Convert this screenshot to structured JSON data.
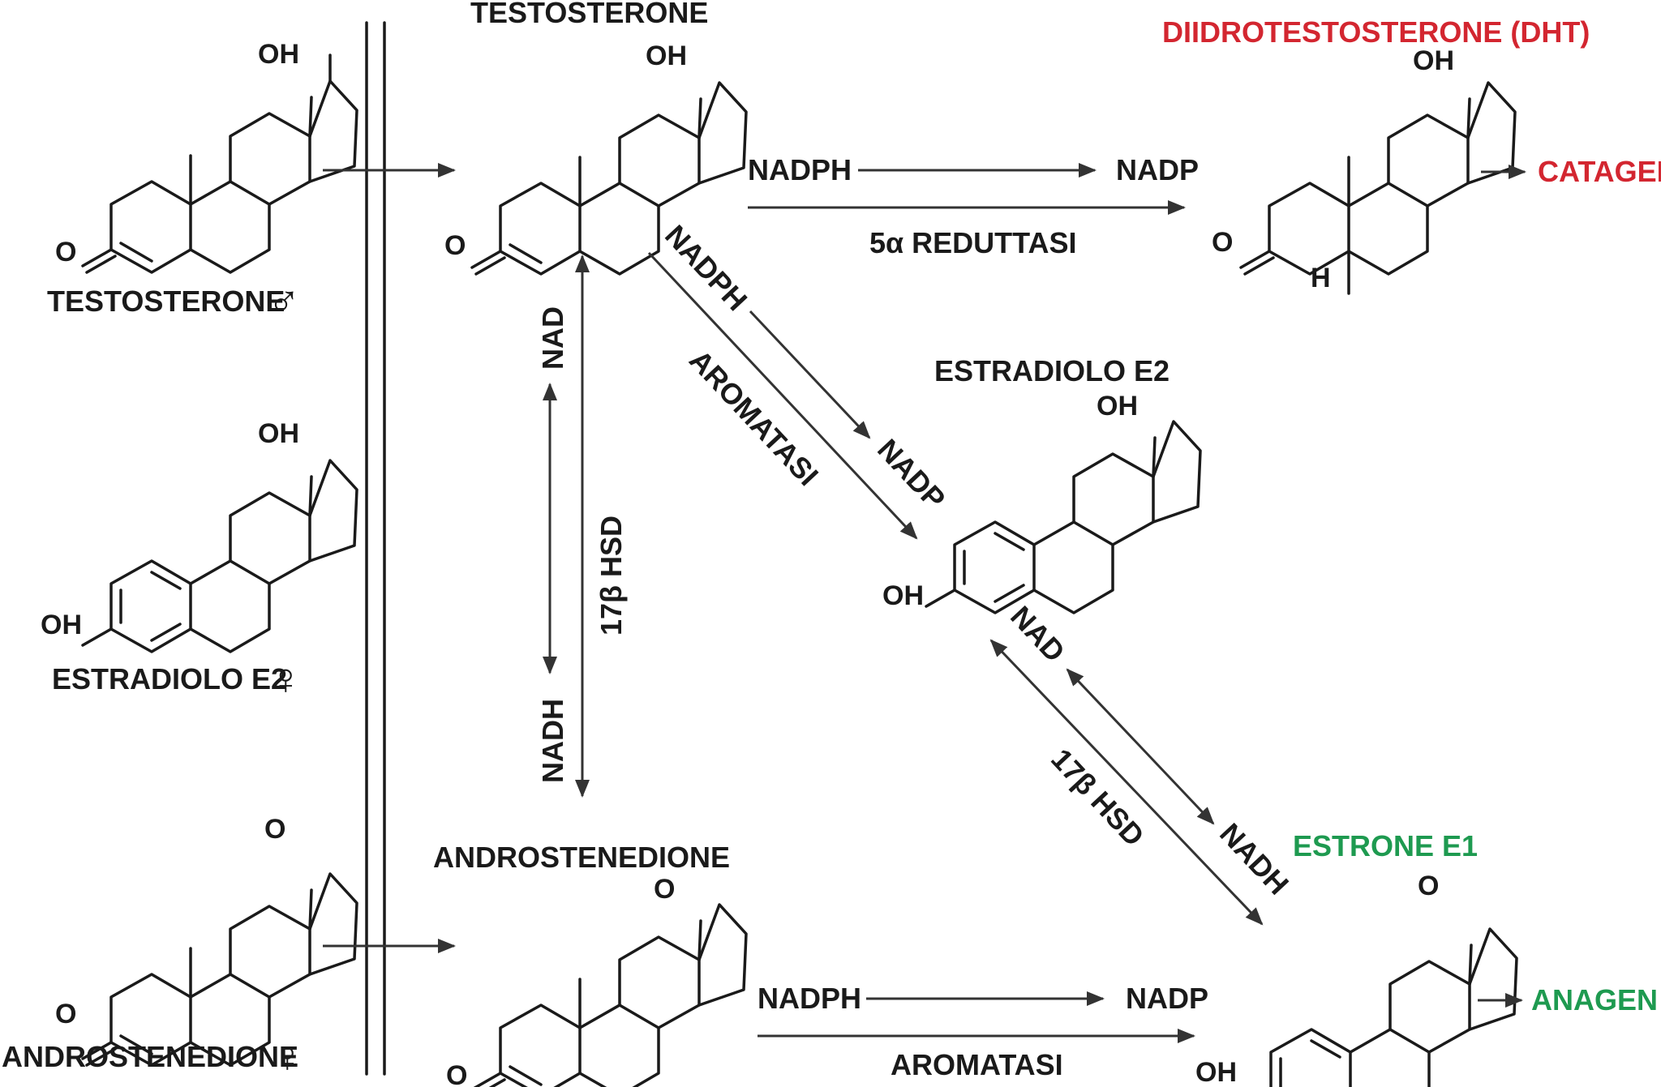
{
  "colors": {
    "ink": "#1a1a1a",
    "dht_red": "#d32630",
    "estrone_green": "#1e9a50"
  },
  "left_column": {
    "testosterone": {
      "label": "TESTOSTERONE",
      "symbol": "♂",
      "atoms": [
        "OH",
        "O"
      ]
    },
    "estradiol": {
      "label": "ESTRADIOLO E2",
      "symbol": "♀",
      "atoms": [
        "OH",
        "OH"
      ]
    },
    "androstenedione": {
      "label": "ANDROSTENEDIONE",
      "symbol": "♀",
      "atoms": [
        "O",
        "O"
      ]
    }
  },
  "nodes": {
    "testosterone": {
      "label": "TESTOSTERONE",
      "atoms": [
        "OH",
        "O"
      ]
    },
    "dht": {
      "label": "DIIDROTESTOSTERONE (DHT)",
      "atoms": [
        "OH",
        "O",
        "H"
      ]
    },
    "estradiol": {
      "label": "ESTRADIOLO E2",
      "atoms": [
        "OH",
        "OH"
      ]
    },
    "androstenedione": {
      "label": "ANDROSTENEDIONE",
      "atoms": [
        "O",
        "O"
      ]
    },
    "estrone": {
      "label": "ESTRONE E1",
      "atoms": [
        "O",
        "OH"
      ]
    }
  },
  "outcomes": {
    "catagen": "CATAGEN",
    "anagen": "ANAGEN"
  },
  "reactions": {
    "to_dht": {
      "cofactor_in": "NADPH",
      "cofactor_out": "NADP",
      "enzyme": "5α REDUTTASI"
    },
    "to_estradiol": {
      "cofactor_in": "NADPH",
      "cofactor_out": "NADP",
      "enzyme": "AROMATASI"
    },
    "testo_andro": {
      "cofactor_top": "NAD",
      "cofactor_bottom": "NADH",
      "enzyme": "17β HSD"
    },
    "estradiol_estrone": {
      "cofactor_top": "NAD",
      "cofactor_bottom": "NADH",
      "enzyme": "17β HSD"
    },
    "to_estrone": {
      "cofactor_in": "NADPH",
      "cofactor_out": "NADP",
      "enzyme": "AROMATASI"
    }
  }
}
